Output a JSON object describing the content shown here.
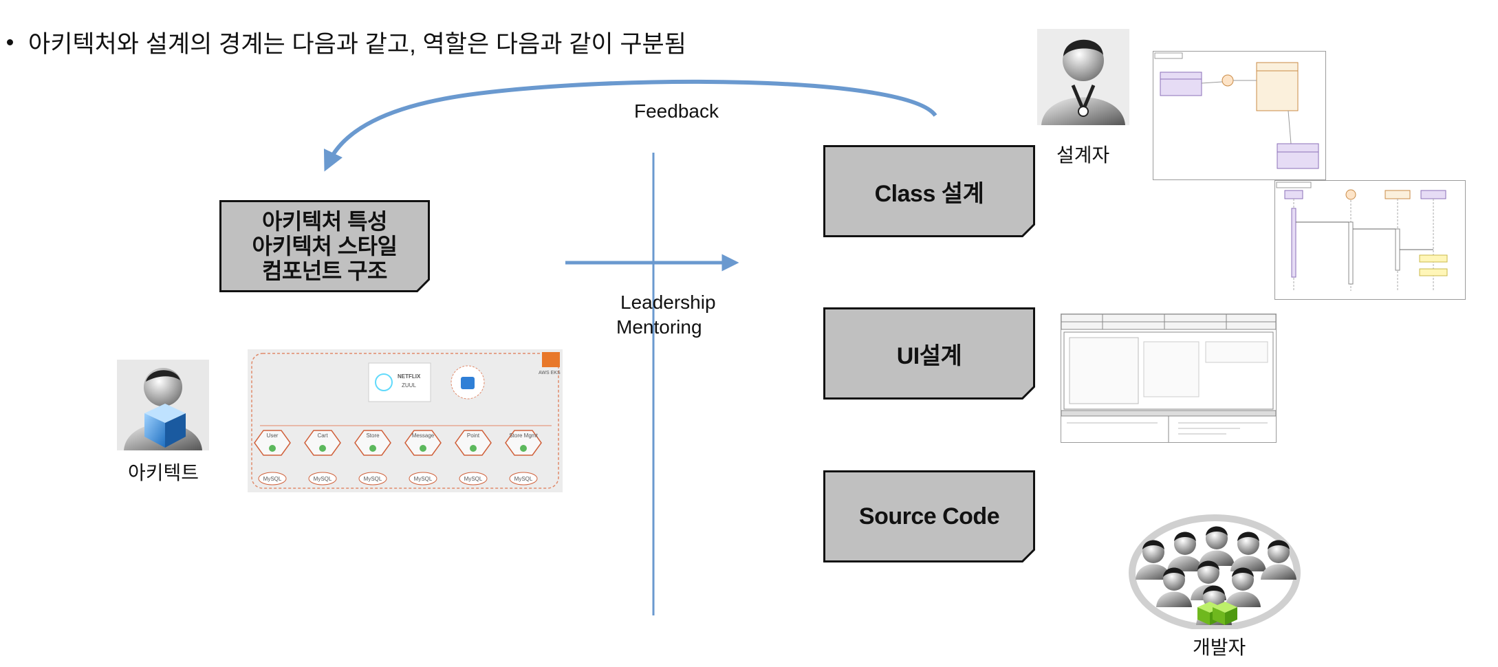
{
  "slide": {
    "bullet_text": "아키텍처와 설계의 경계는 다음과 같고, 역할은 다음과 같이 구분됨",
    "feedback_label": "Feedback",
    "leadership_label": "Leadership",
    "mentoring_label": "Mentoring",
    "arch_box": {
      "line1": "아키텍처 특성",
      "line2": "아키텍처 스타일",
      "line3": "컴포넌트 구조"
    },
    "class_box": "Class 설계",
    "ui_box": "UI설계",
    "source_box": "Source Code",
    "architect_label": "아키텍트",
    "designer_label": "설계자",
    "developer_label": "개발자",
    "microservice_diagram": {
      "services": [
        "User",
        "Cart",
        "Store",
        "Message",
        "Point",
        "Store Mgmt"
      ],
      "gateway_brand": "NETFLIX",
      "gateway_name": "ZUUL",
      "badge": "AWS EKS",
      "db_label": "MySQL"
    },
    "colors": {
      "arrow_blue": "#6a99cf",
      "box_fill": "#c0c0c0",
      "box_border": "#111111"
    },
    "icons": [
      "architect-person-icon",
      "designer-person-icon",
      "developer-group-icon"
    ]
  }
}
